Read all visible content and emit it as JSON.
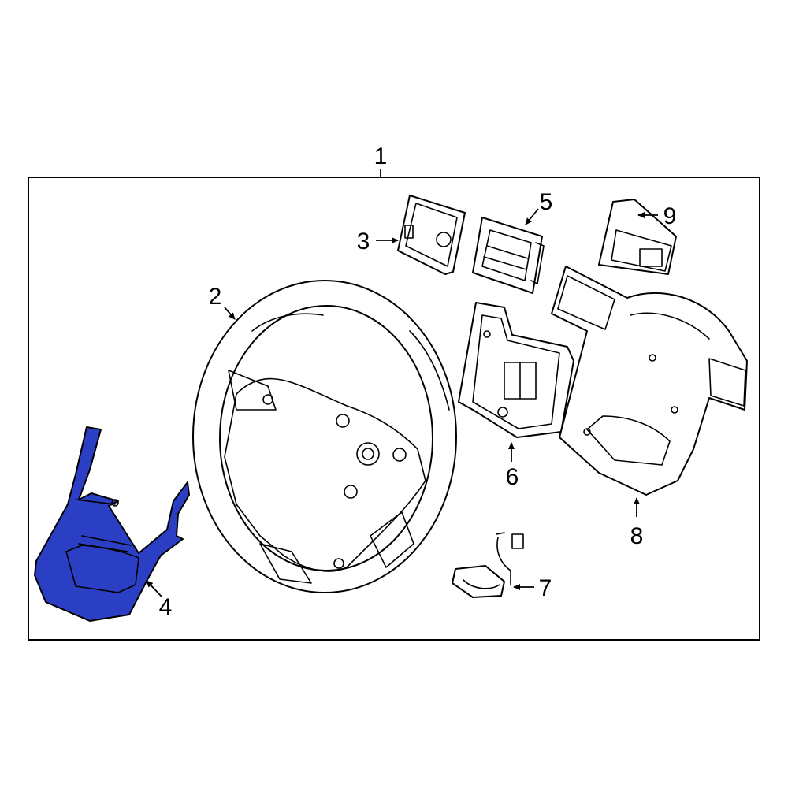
{
  "diagram": {
    "highlight_color": "#2b3fc4",
    "callouts": [
      {
        "id": "1",
        "label": "1"
      },
      {
        "id": "2",
        "label": "2"
      },
      {
        "id": "3",
        "label": "3"
      },
      {
        "id": "4",
        "label": "4"
      },
      {
        "id": "5",
        "label": "5"
      },
      {
        "id": "6",
        "label": "6"
      },
      {
        "id": "7",
        "label": "7"
      },
      {
        "id": "8",
        "label": "8"
      },
      {
        "id": "9",
        "label": "9"
      }
    ]
  }
}
